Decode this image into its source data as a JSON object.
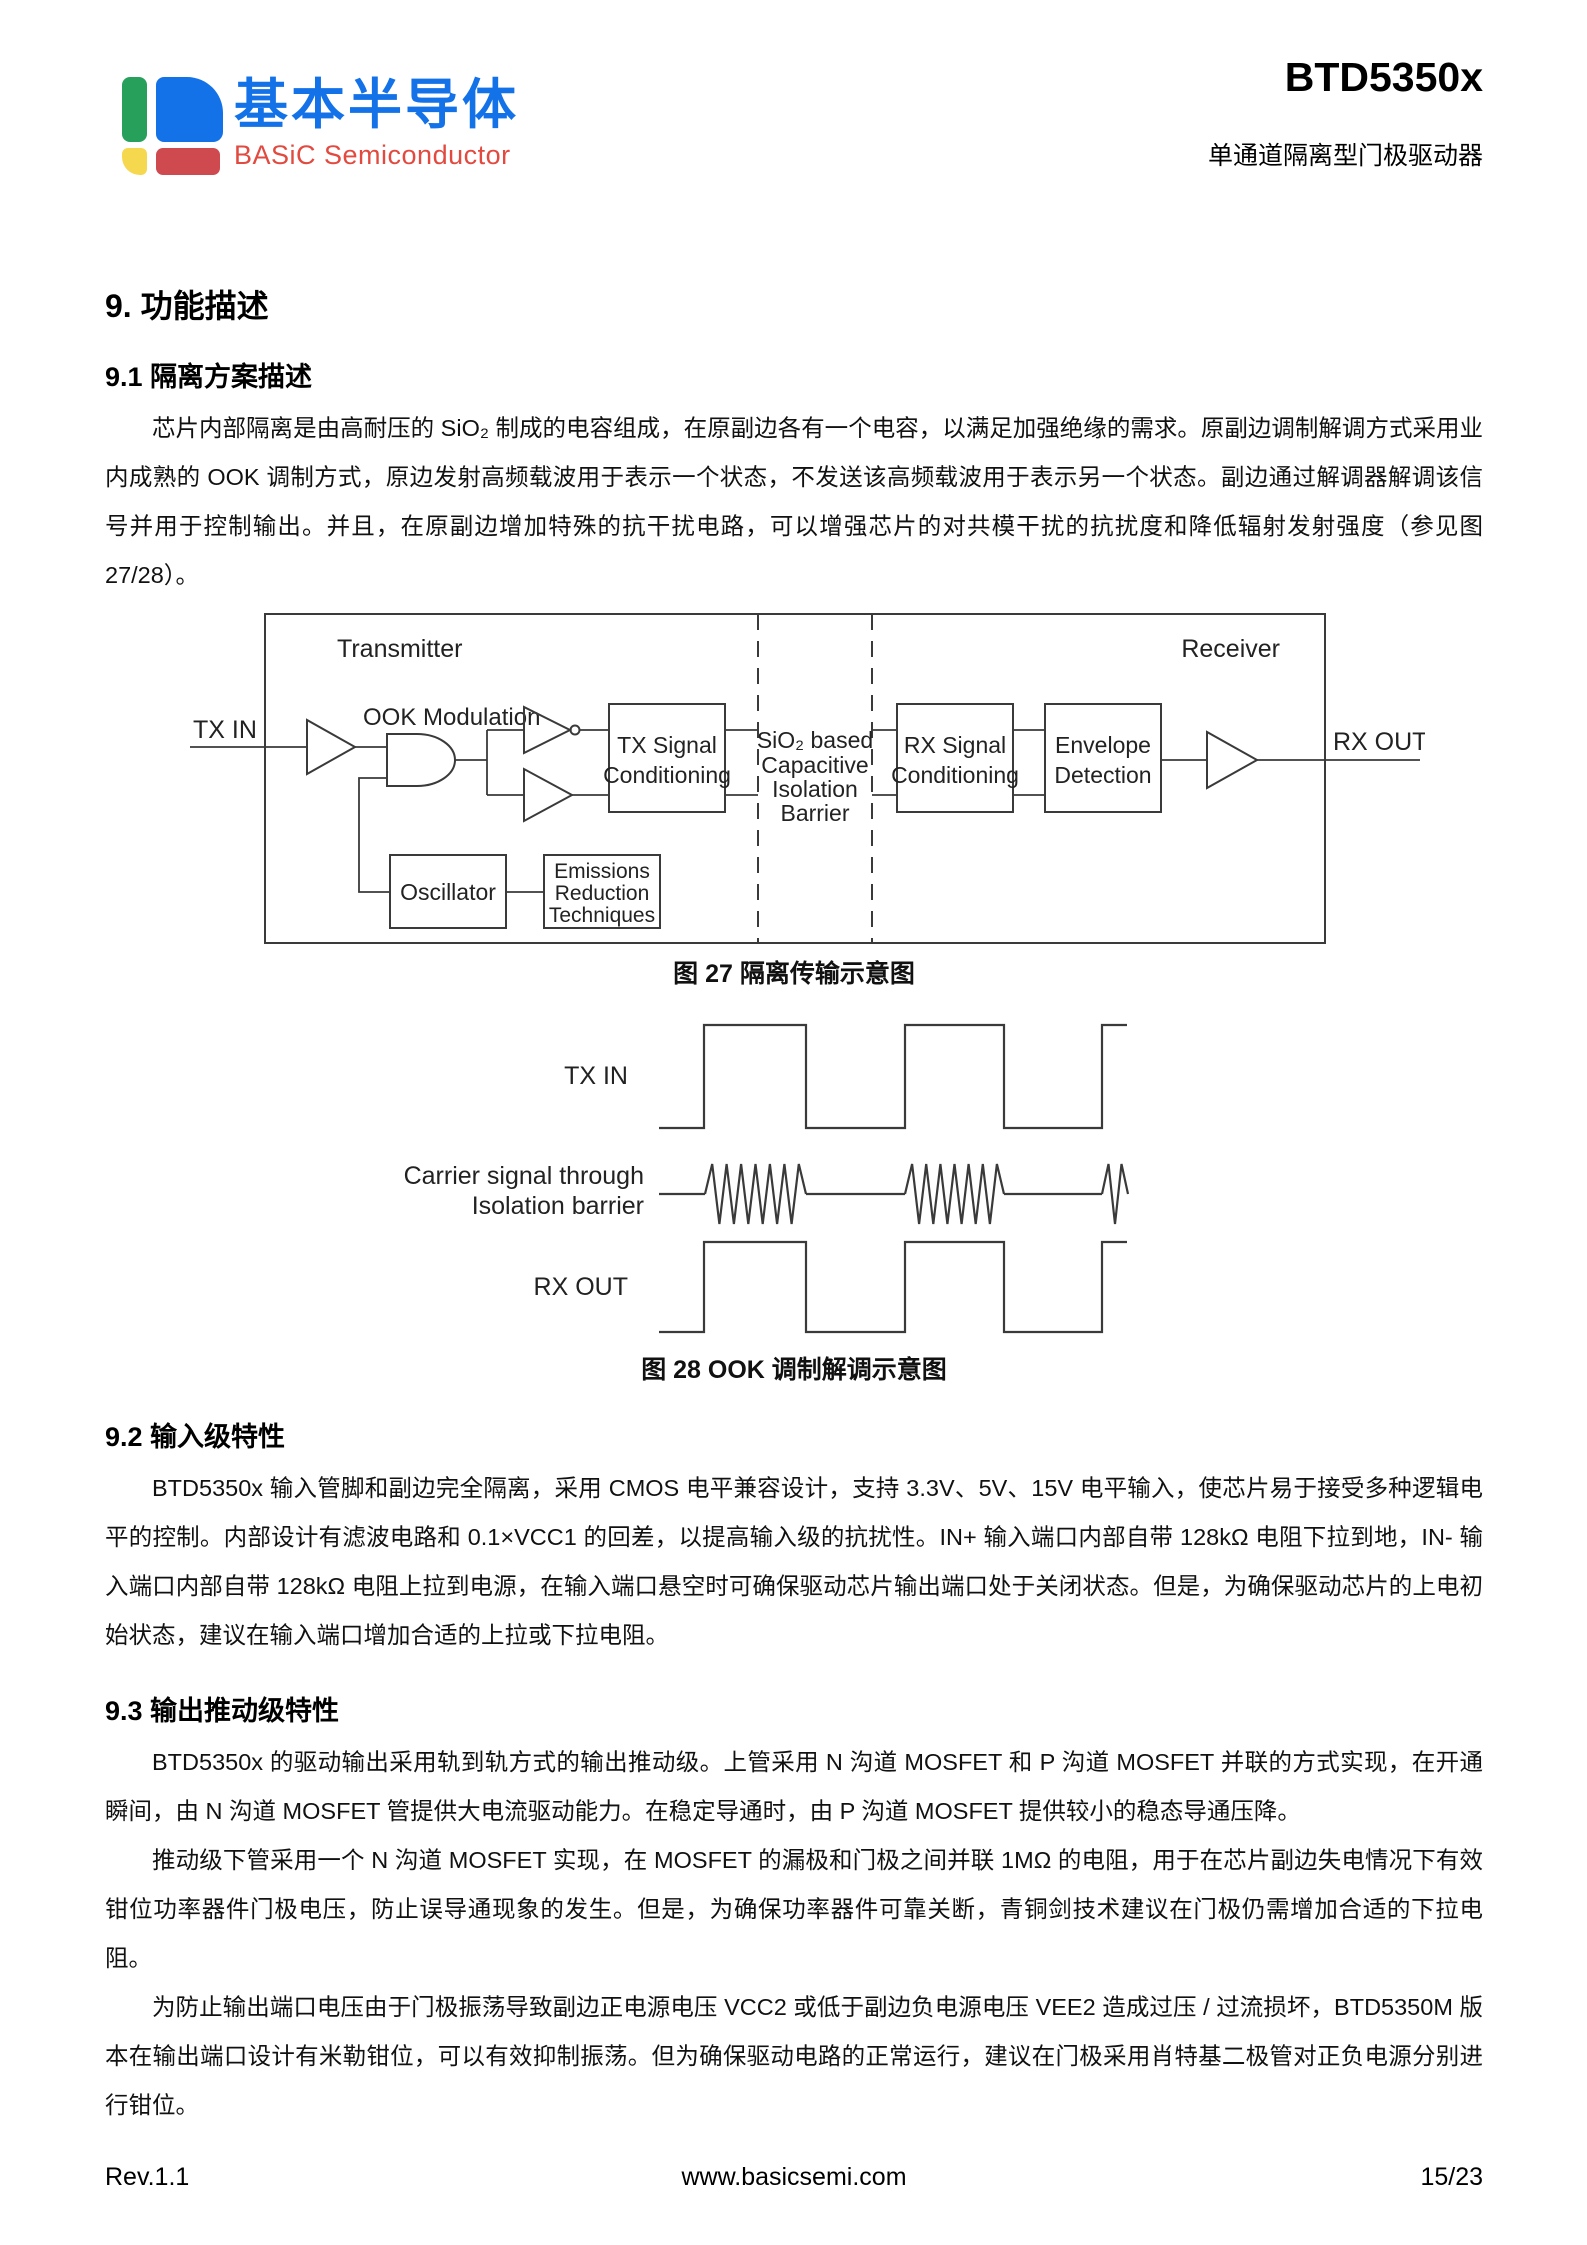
{
  "header": {
    "logo_zh": "基本半导体",
    "logo_en": "BASiC Semiconductor",
    "logo_colors": {
      "green": "#27a05c",
      "blue": "#1472e8",
      "yellow": "#f5d84e",
      "red": "#cf4a4e",
      "en_text": "#e2493f"
    },
    "product": "BTD5350x",
    "subtitle": "单通道隔离型门极驱动器"
  },
  "sections": {
    "s9_title": "9. 功能描述",
    "s9_1_title": "9.1 隔离方案描述",
    "s9_1_para": "芯片内部隔离是由高耐压的 SiO₂ 制成的电容组成，在原副边各有一个电容，以满足加强绝缘的需求。原副边调制解调方式采用业内成熟的 OOK 调制方式，原边发射高频载波用于表示一个状态，不发送该高频载波用于表示另一个状态。副边通过解调器解调该信号并用于控制输出。并且，在原副边增加特殊的抗干扰电路，可以增强芯片的对共模干扰的抗扰度和降低辐射发射强度（参见图 27/28）。",
    "s9_2_title": "9.2 输入级特性",
    "s9_2_para": "BTD5350x 输入管脚和副边完全隔离，采用 CMOS 电平兼容设计，支持 3.3V、5V、15V 电平输入，使芯片易于接受多种逻辑电平的控制。内部设计有滤波电路和 0.1×VCC1 的回差，以提高输入级的抗扰性。IN+ 输入端口内部自带 128kΩ 电阻下拉到地，IN- 输入端口内部自带 128kΩ 电阻上拉到电源，在输入端口悬空时可确保驱动芯片输出端口处于关闭状态。但是，为确保驱动芯片的上电初始状态，建议在输入端口增加合适的上拉或下拉电阻。",
    "s9_3_title": "9.3 输出推动级特性",
    "s9_3_para1": "BTD5350x 的驱动输出采用轨到轨方式的输出推动级。上管采用 N 沟道 MOSFET 和 P 沟道 MOSFET 并联的方式实现，在开通瞬间，由 N 沟道 MOSFET 管提供大电流驱动能力。在稳定导通时，由 P 沟道 MOSFET 提供较小的稳态导通压降。",
    "s9_3_para2": "推动级下管采用一个 N 沟道 MOSFET 实现，在 MOSFET 的漏极和门极之间并联 1MΩ 的电阻，用于在芯片副边失电情况下有效钳位功率器件门极电压，防止误导通现象的发生。但是，为确保功率器件可靠关断，青铜剑技术建议在门极仍需增加合适的下拉电阻。",
    "s9_3_para3": "为防止输出端口电压由于门极振荡导致副边正电源电压 VCC2 或低于副边负电源电压 VEE2 造成过压 / 过流损坏，BTD5350M 版本在输出端口设计有米勒钳位，可以有效抑制振荡。但为确保驱动电路的正常运行，建议在门极采用肖特基二极管对正负电源分别进行钳位。"
  },
  "fig27": {
    "caption": "图 27  隔离传输示意图",
    "labels": {
      "transmitter": "Transmitter",
      "receiver": "Receiver",
      "tx_in": "TX IN",
      "rx_out": "RX OUT",
      "ook": "OOK Modulation",
      "tx_box": [
        "TX Signal",
        "Conditioning"
      ],
      "rx_box": [
        "RX Signal",
        "Conditioning"
      ],
      "env_box": [
        "Envelope",
        "Detection"
      ],
      "barrier": [
        "SiO₂ based",
        "Capacitive",
        "Isolation",
        "Barrier"
      ],
      "oscillator": "Oscillator",
      "emissions": [
        "Emissions",
        "Reduction",
        "Techniques"
      ]
    }
  },
  "fig28": {
    "caption": "图 28 OOK 调制解调示意图",
    "labels": {
      "tx_in": "TX IN",
      "carrier_line1": "Carrier signal through",
      "carrier_line2": "Isolation barrier",
      "rx_out": "RX OUT"
    }
  },
  "footer": {
    "rev": "Rev.1.1",
    "url": "www.basicsemi.com",
    "page": "15/23"
  }
}
